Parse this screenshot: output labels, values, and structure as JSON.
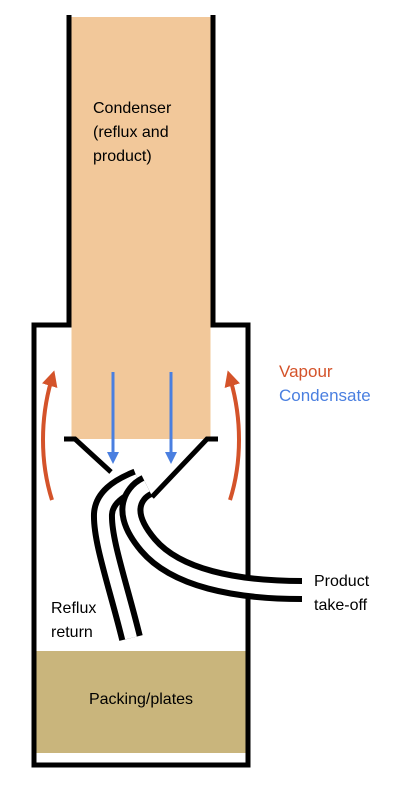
{
  "labels": {
    "condenser": [
      "Condenser",
      "(reflux and",
      "product)"
    ],
    "vapour": "Vapour",
    "condensate": "Condensate",
    "product_takeoff": [
      "Product",
      "take-off"
    ],
    "reflux_return": [
      "Reflux",
      "return"
    ],
    "packing": "Packing/plates"
  },
  "colors": {
    "condenser_fill": "#F2C89A",
    "packing_fill": "#C9B57C",
    "vapour": "#D4532A",
    "condensate": "#4A7FE0",
    "outline": "#000000",
    "background": "#FFFFFF"
  }
}
